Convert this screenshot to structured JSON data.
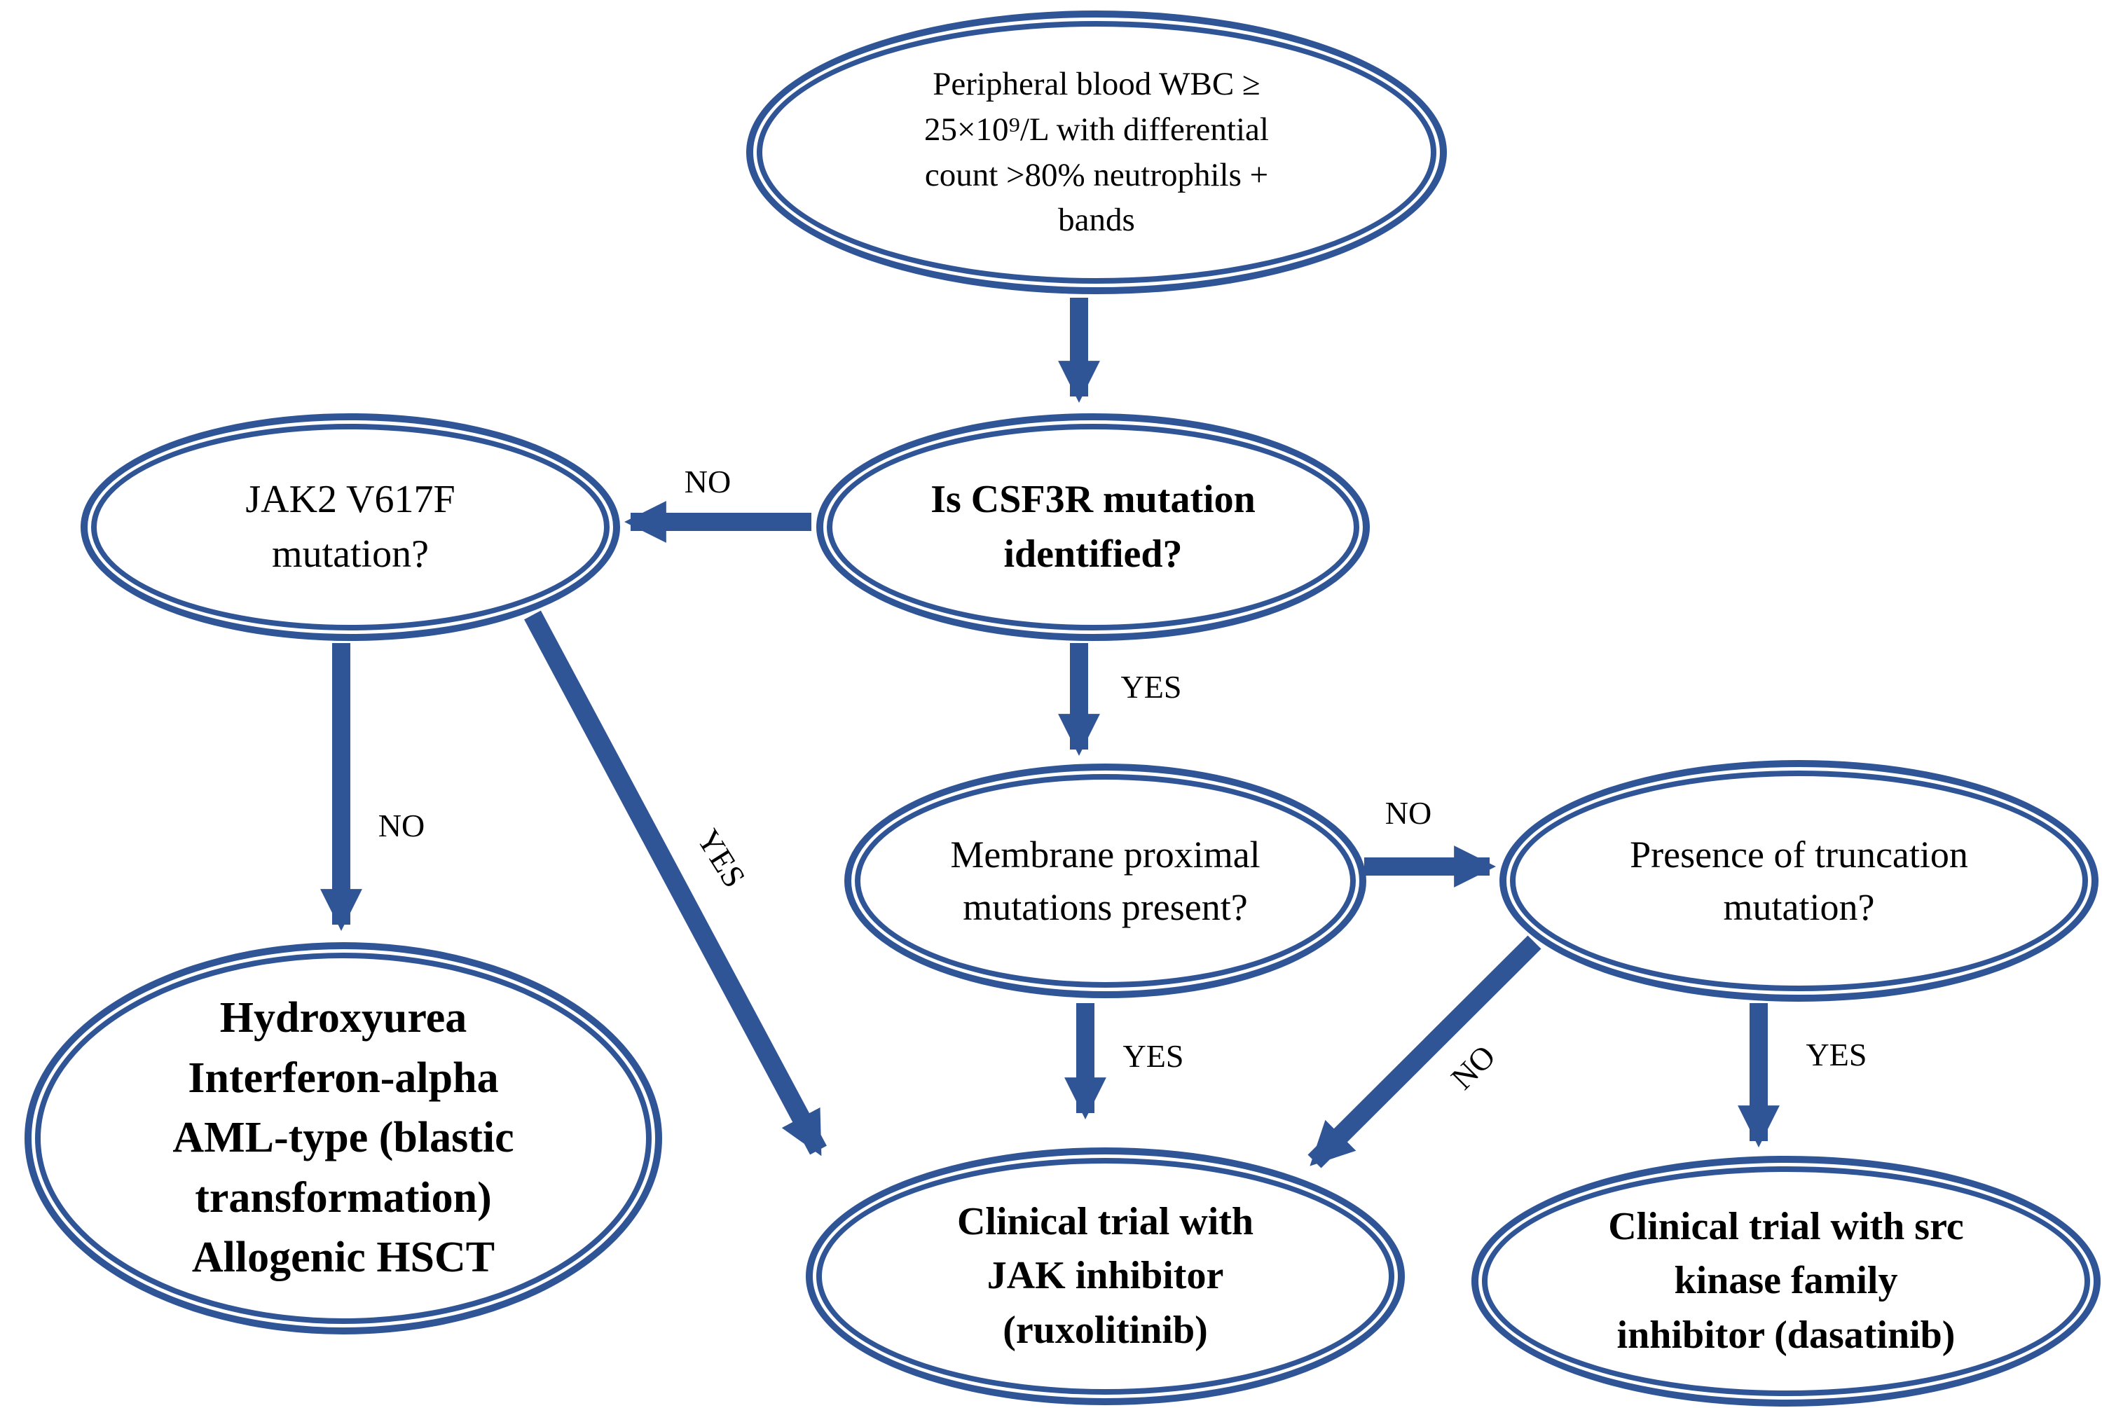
{
  "colors": {
    "accent": "#2f5596",
    "text": "#000000",
    "canvas": "#ffffff"
  },
  "nodes": {
    "start": {
      "label": "Peripheral blood WBC ≥\n25×10⁹/L with differential\ncount >80% neutrophils +\nbands"
    },
    "csf3r": {
      "label": "Is CSF3R mutation\nidentified?"
    },
    "jak2": {
      "label": "JAK2 V617F\nmutation?"
    },
    "membrane": {
      "label": "Membrane proximal\nmutations present?"
    },
    "truncation": {
      "label": "Presence of truncation\nmutation?"
    },
    "conventional": {
      "label": "Hydroxyurea\nInterferon-alpha\nAML-type (blastic\ntransformation)\nAllogenic HSCT"
    },
    "jak_inhibitor": {
      "label": "Clinical trial with\nJAK inhibitor\n(ruxolitinib)"
    },
    "src_inhibitor": {
      "label": "Clinical trial with src\nkinase family\ninhibitor (dasatinib)"
    }
  },
  "edge_labels": {
    "csf3r_no": "NO",
    "csf3r_yes": "YES",
    "jak2_no": "NO",
    "jak2_yes": "YES",
    "membrane_no": "NO",
    "membrane_yes": "YES",
    "truncation_no": "NO",
    "truncation_yes": "YES"
  }
}
